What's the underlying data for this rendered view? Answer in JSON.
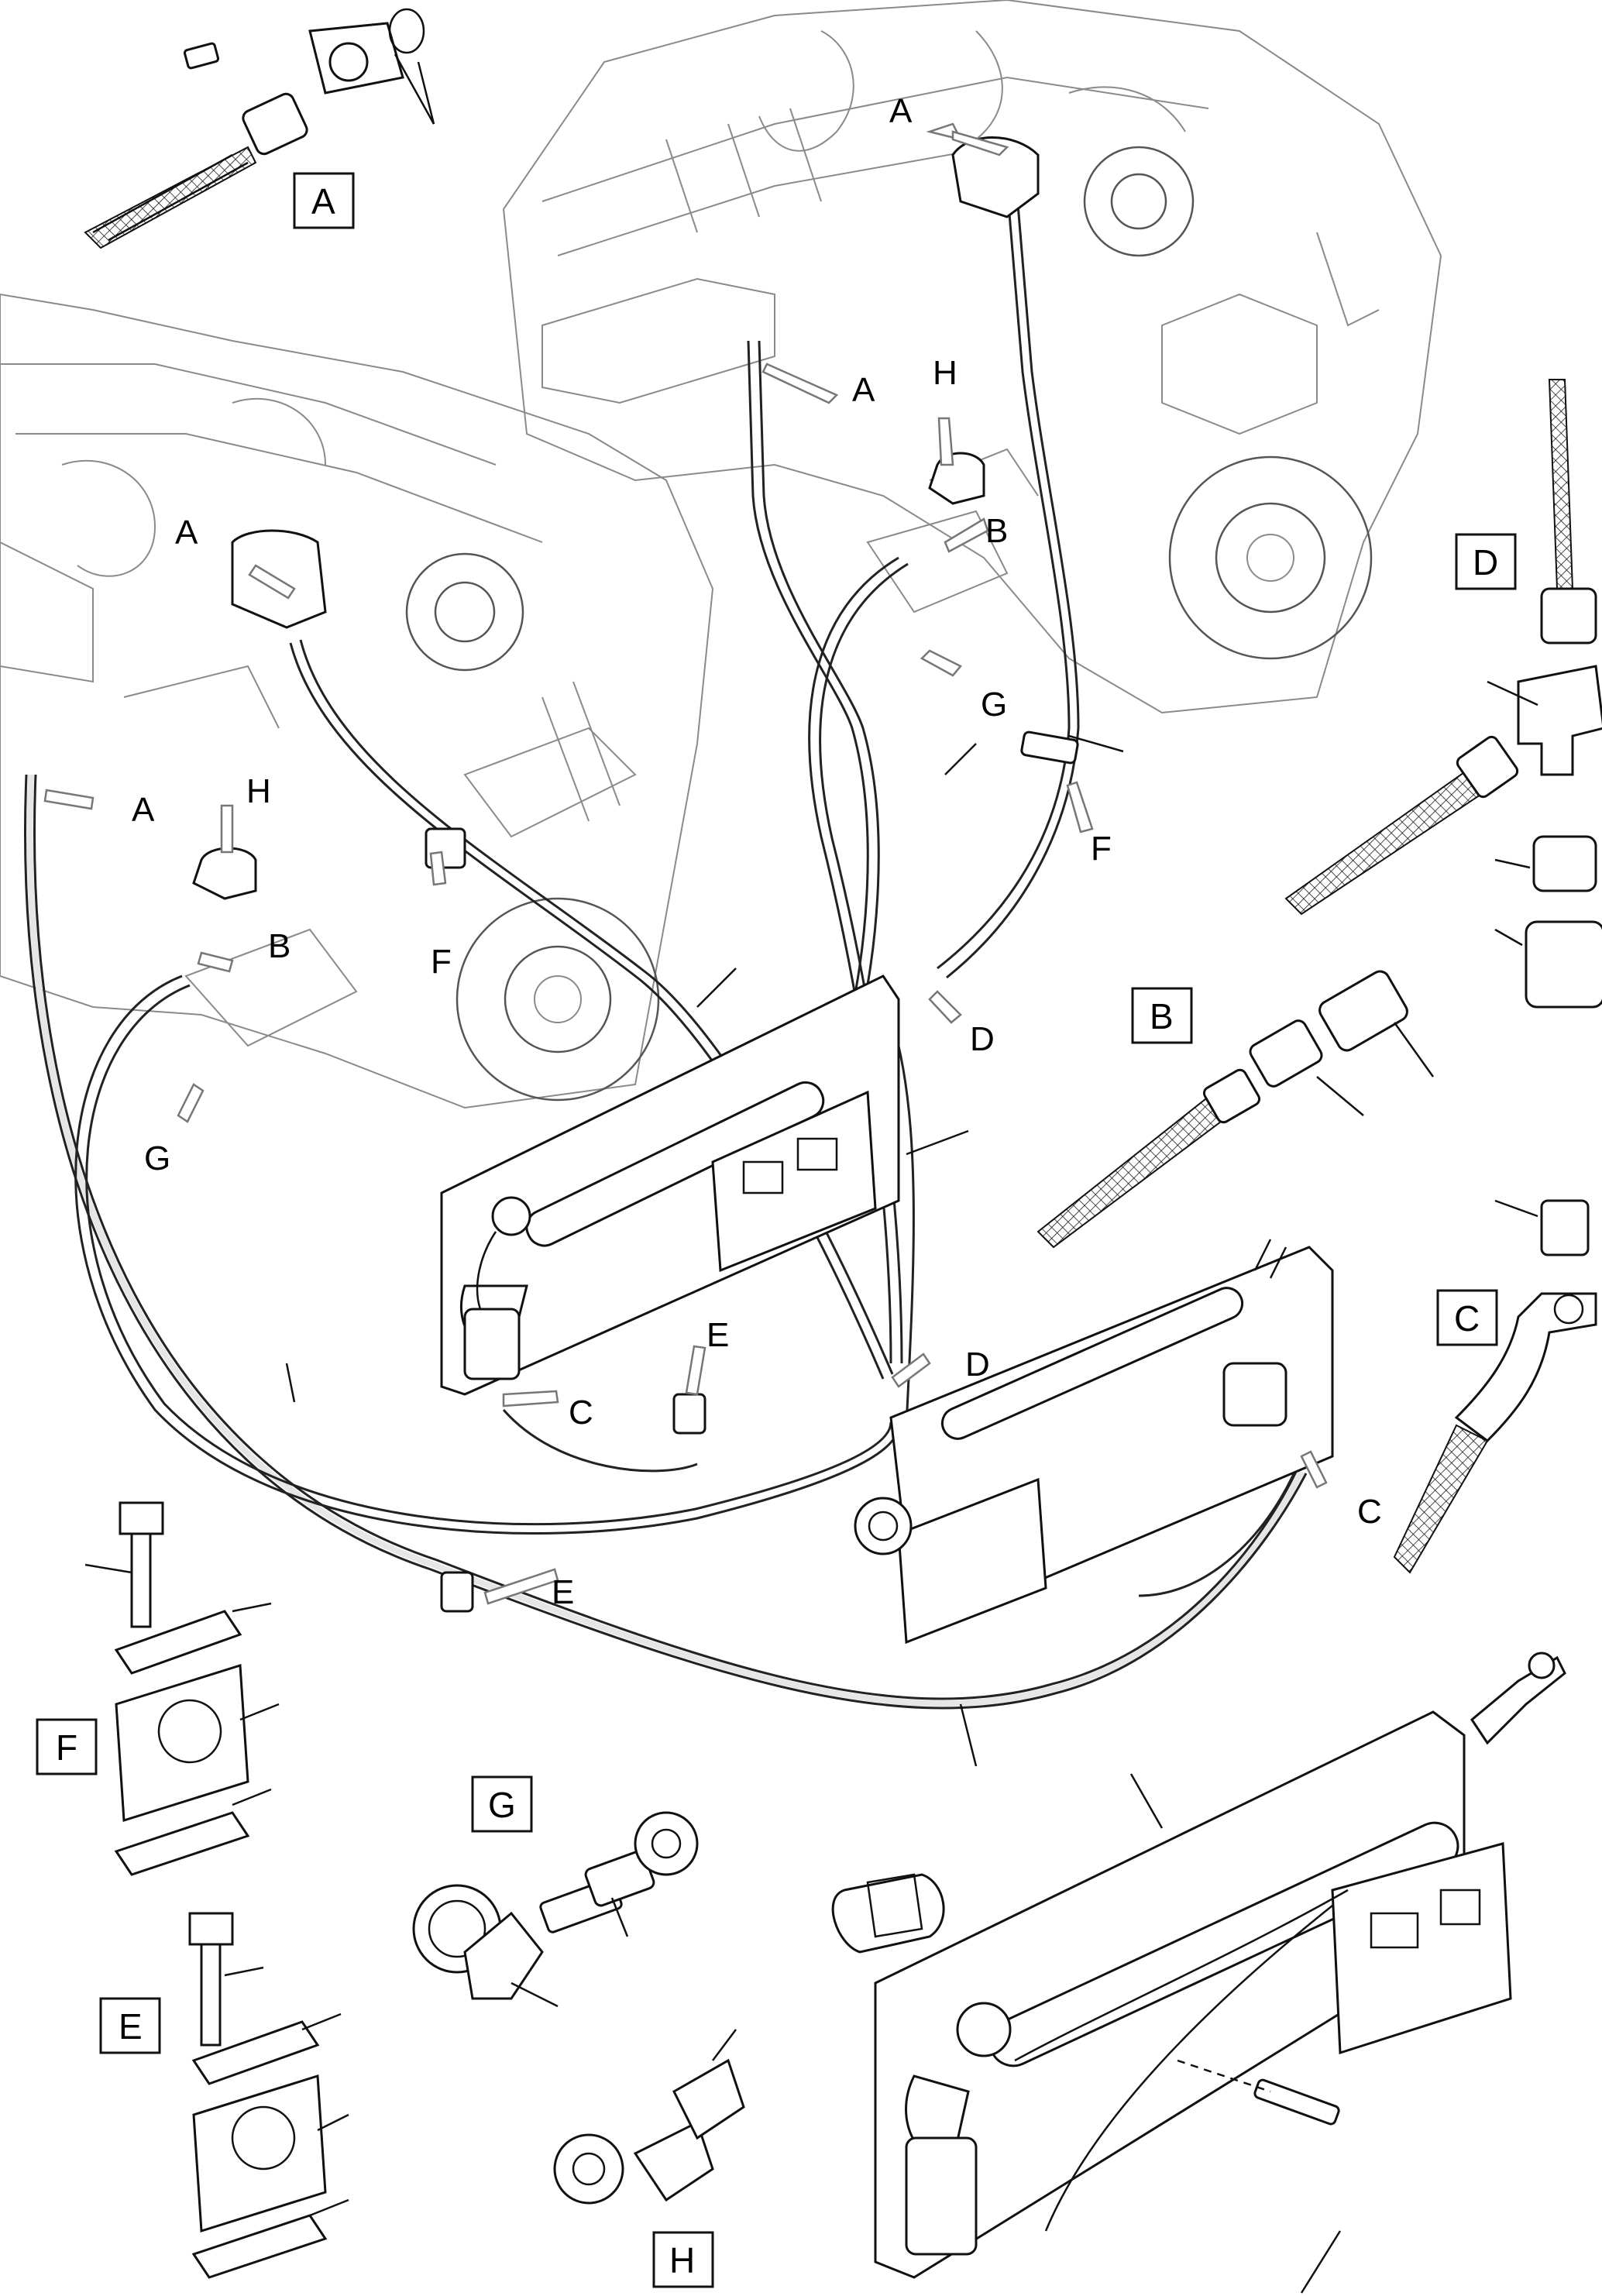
{
  "callouts": {
    "A": "A",
    "B": "B",
    "C": "C",
    "D": "D",
    "E": "E",
    "F": "F",
    "G": "G",
    "H": "H"
  },
  "detail_boxes": {
    "A": "A",
    "B": "B",
    "C": "C",
    "D": "D",
    "E": "E",
    "F": "F",
    "G": "G",
    "H": "H"
  },
  "colors": {
    "line": "#111111",
    "engine_outline": "#8a8a8a",
    "arrow_outline": "#777777",
    "background": "#ffffff"
  }
}
